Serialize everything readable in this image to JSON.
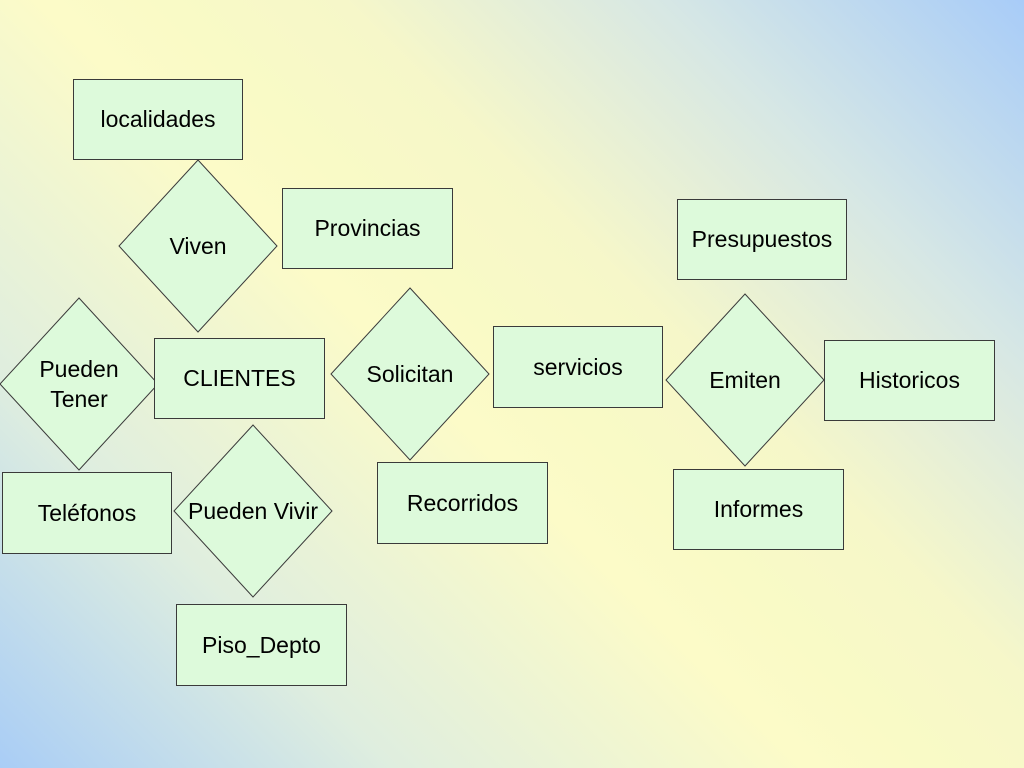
{
  "colors": {
    "shape_fill": "#ddfadb",
    "shape_stroke": "#3a3a3a",
    "background_blue": "#a9cdf6",
    "background_yellow": "#fcfbc8"
  },
  "entities": {
    "localidades": "localidades",
    "provincias": "Provincias",
    "clientes": "CLIENTES",
    "telefonos": "Teléfonos",
    "piso_depto": "Piso_Depto",
    "recorridos": "Recorridos",
    "servicios": "servicios",
    "presupuestos": "Presupuestos",
    "historicos": "Historicos",
    "informes": "Informes"
  },
  "relations": {
    "viven": "Viven",
    "pueden_tener_line1": "Pueden",
    "pueden_tener_line2": "Tener",
    "pueden_vivir": "Pueden Vivir",
    "solicitan": "Solicitan",
    "emiten": "Emiten"
  }
}
